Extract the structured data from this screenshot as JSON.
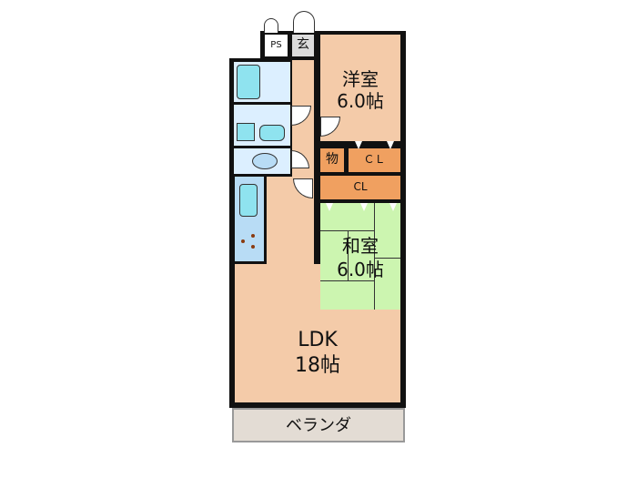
{
  "floorplan": {
    "rooms": {
      "western_room": {
        "name": "洋室",
        "size": "6.0帖"
      },
      "japanese_room": {
        "name": "和室",
        "size": "6.0帖"
      },
      "ldk": {
        "name": "LDK",
        "size": "18帖"
      },
      "entrance": {
        "name": "玄"
      },
      "pipe_space": {
        "name": "PS"
      },
      "storage": {
        "name": "物"
      },
      "closet_upper": {
        "name": "ＣＬ"
      },
      "closet_lower": {
        "name": "CL"
      },
      "balcony": {
        "name": "ベランダ"
      }
    },
    "colors": {
      "floor": "#f4cba9",
      "tatami": "#ccf5b0",
      "wet_area": "#dcefff",
      "fixture": "#8fe3ef",
      "storage": "#f0a060",
      "balcony": "#e3dcd4",
      "wall": "#111111"
    }
  }
}
